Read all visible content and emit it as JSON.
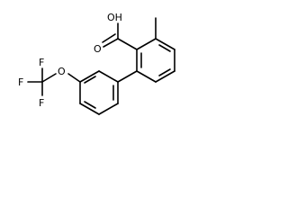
{
  "structure": {
    "atom_labels": {
      "hydroxyl": "OH",
      "carbonyl_oxygen": "O",
      "ether_oxygen": "O",
      "fluorine_top": "F",
      "fluorine_left": "F",
      "fluorine_bottom": "F"
    }
  }
}
